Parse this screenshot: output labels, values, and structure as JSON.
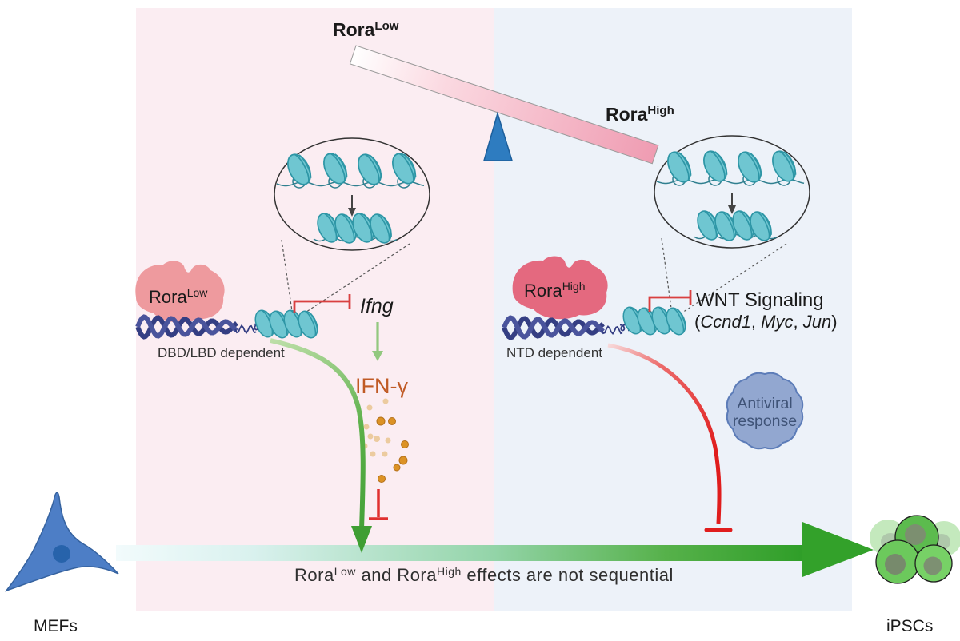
{
  "seesaw": {
    "low": "Rora",
    "low_sup": "Low",
    "high": "Rora",
    "high_sup": "High"
  },
  "left_panel": {
    "rora": "Rora",
    "rora_sup": "Low",
    "gene": "Ifng",
    "dependent": "DBD/LBD dependent",
    "cytokine": "IFN-γ"
  },
  "right_panel": {
    "rora": "Rora",
    "rora_sup": "High",
    "signaling": "WNT Signaling",
    "genes_open": "(",
    "gene1": "Ccnd1",
    "sep1": ", ",
    "gene2": "Myc",
    "sep2": ", ",
    "gene3": "Jun",
    "genes_close": ")",
    "dependent": "NTD dependent",
    "antiviral_1": "Antiviral",
    "antiviral_2": "response"
  },
  "bottom": {
    "caption_1": "Rora",
    "caption_1_sup": "Low",
    "caption_2": " and Rora",
    "caption_2_sup": "High",
    "caption_3": " effects are not sequential",
    "mefs": "MEFs",
    "ipscs": "iPSCs"
  },
  "colors": {
    "pink_panel": "#fbedf2",
    "blue_panel": "#edf2f9",
    "seesaw_pink": "#ef9cb2",
    "fulcrum_blue": "#2e7cc0",
    "nucleosome_teal": "#6fc6d1",
    "nucleosome_edge": "#2e96a6",
    "dna_navy": "#343e83",
    "rora_low_pink": "#ee9a9e",
    "rora_high_pink": "#e4697f",
    "inhibit_red": "#d94040",
    "ifn_orange": "#c05a25",
    "green_arrow": "#3f9e33",
    "antiviral_blue": "#92a7d0",
    "mef_blue": "#4d7ec6",
    "ipsc_green": "#5cbb4e"
  }
}
